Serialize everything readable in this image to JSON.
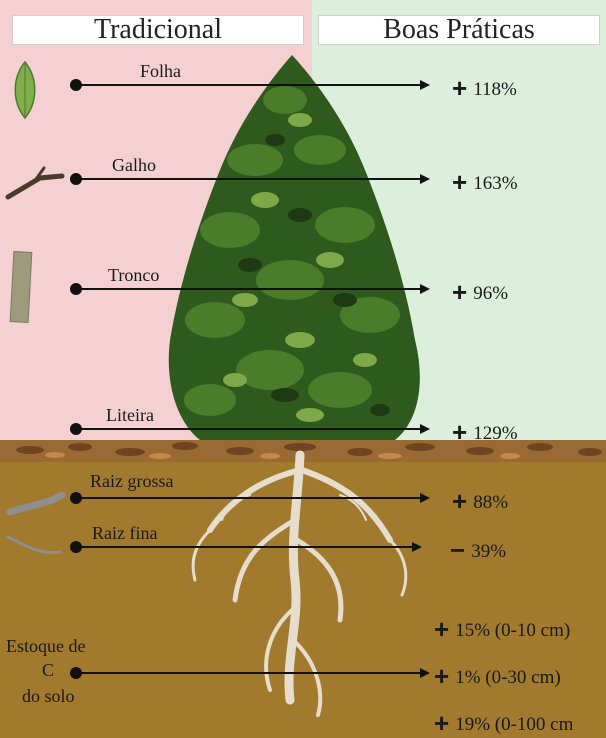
{
  "headers": {
    "left": "Tradicional",
    "right": "Boas Práticas"
  },
  "colors": {
    "traditional_bg": "#f4d0d3",
    "good_practices_bg": "#dcefdc",
    "soil": "#a17a2e",
    "litter": "#8a5a2a",
    "tree_foliage": "#2f5a1e",
    "arrow": "#111111"
  },
  "compartments": [
    {
      "key": "leaf",
      "label": "Folha",
      "change": "118%",
      "sign": "+",
      "icon": "leaf-icon"
    },
    {
      "key": "branch",
      "label": "Galho",
      "change": "163%",
      "sign": "+",
      "icon": "branch-icon"
    },
    {
      "key": "trunk",
      "label": "Tronco",
      "change": "96%",
      "sign": "+",
      "icon": "trunk-icon"
    },
    {
      "key": "litter",
      "label": "Liteira",
      "change": "129%",
      "sign": "+",
      "icon": ""
    },
    {
      "key": "coarse_root",
      "label": "Raiz grossa",
      "change": "88%",
      "sign": "+",
      "icon": "coarse-root-icon"
    },
    {
      "key": "fine_root",
      "label": "Raiz fina",
      "change": "39%",
      "sign": "−",
      "icon": "fine-root-icon"
    }
  ],
  "soil_carbon": {
    "label_line1": "Estoque de",
    "label_line2": "C",
    "label_line3": "do solo",
    "values": [
      {
        "sign": "+",
        "text": "15% (0-10 cm)"
      },
      {
        "sign": "+",
        "text": "1% (0-30 cm)"
      },
      {
        "sign": "+",
        "text": "19% (0-100 cm"
      }
    ]
  }
}
